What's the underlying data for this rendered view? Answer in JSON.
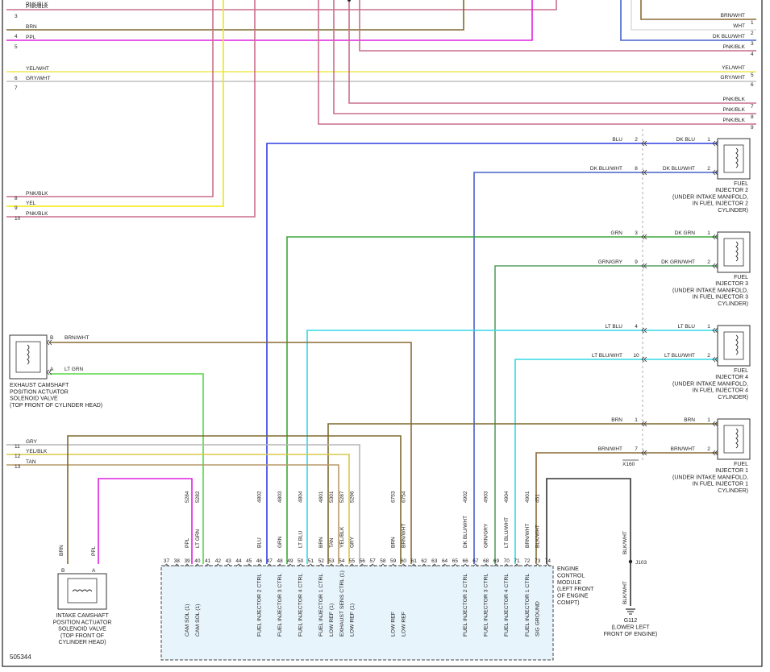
{
  "colors": {
    "PNK/BLK": "#c96f8a",
    "BRN": "#7d6a2e",
    "PPL": "#e020e0",
    "YEL": "#f2ea00",
    "GRY": "#b5b5b5",
    "BLU": "#2f3fe0",
    "DK BLU": "#2f3fe0",
    "DK BLU/WHT": "#4660c8",
    "GRN": "#3aa838",
    "DK GRN": "#3aa838",
    "GRN/GRY": "#57a067",
    "LT BLU": "#33d8e8",
    "LT BLU/WHT": "#33d8e8",
    "BRN/WHT": "#8a6a35",
    "LT GRN": "#58d64a",
    "TAN": "#b89a6a",
    "YEL/BLK": "#d8c84a",
    "YEL/WHT": "#f0e850",
    "GRY/WHT": "#c0c0c0",
    "BLK/WHT": "#333333",
    "WHT": "#dddddd",
    "module_fill": "#e8f4fb",
    "frame": "#222222"
  },
  "left_connector_top": [
    {
      "pin": "3",
      "wire": "PNK/BLK"
    },
    {
      "pin": "4",
      "wire": "BRN"
    },
    {
      "pin": "5",
      "wire": "PPL"
    },
    {
      "pin": "6",
      "wire": "YEL/WHT"
    },
    {
      "pin": "7",
      "wire": "GRY/WHT"
    }
  ],
  "left_connector_mid": [
    {
      "pin": "8",
      "wire": "PNK/BLK"
    },
    {
      "pin": "9",
      "wire": "YEL"
    },
    {
      "pin": "10",
      "wire": "PNK/BLK"
    }
  ],
  "left_connector_low": [
    {
      "pin": "11",
      "wire": "GRY"
    },
    {
      "pin": "12",
      "wire": "YEL/BLK"
    },
    {
      "pin": "13",
      "wire": "TAN"
    }
  ],
  "right_connector_top": [
    {
      "pin": "1",
      "wire": "BRN/WHT"
    },
    {
      "pin": "2",
      "wire": "WHT"
    },
    {
      "pin": "3",
      "wire": "DK BLU/WHT"
    },
    {
      "pin": "4",
      "wire": "PNK/BLK"
    },
    {
      "pin": "5",
      "wire": "YEL/WHT"
    },
    {
      "pin": "6",
      "wire": "GRY/WHT"
    },
    {
      "pin": "7",
      "wire": "PNK/BLK"
    },
    {
      "pin": "8",
      "wire": "PNK/BLK"
    },
    {
      "pin": "9",
      "wire": "PNK/BLK"
    }
  ],
  "x160_label": "X160",
  "injectors": [
    {
      "x160_pin": "2",
      "wire_in": "BLU",
      "wire_out": "DK BLU",
      "inj_pin": "1",
      "x160_pin_b": "8",
      "wire_in_b": "DK BLU/WHT",
      "wire_out_b": "DK BLU/WHT",
      "inj_pin_b": "2",
      "label": [
        "FUEL",
        "INJECTOR 2",
        "(UNDER INTAKE MANIFOLD,",
        "IN FUEL INJECTOR 2",
        "CYLINDER)"
      ]
    },
    {
      "x160_pin": "3",
      "wire_in": "GRN",
      "wire_out": "DK GRN",
      "inj_pin": "1",
      "x160_pin_b": "9",
      "wire_in_b": "GRN/GRY",
      "wire_out_b": "DK GRN/WHT",
      "inj_pin_b": "2",
      "label": [
        "FUEL",
        "INJECTOR 3",
        "(UNDER INTAKE MANIFOLD,",
        "IN FUEL INJECTOR 3",
        "CYLINDER)"
      ]
    },
    {
      "x160_pin": "4",
      "wire_in": "LT BLU",
      "wire_out": "LT BLU",
      "inj_pin": "1",
      "x160_pin_b": "10",
      "wire_in_b": "LT BLU/WHT",
      "wire_out_b": "LT BLU/WHT",
      "inj_pin_b": "2",
      "label": [
        "FUEL",
        "INJECTOR 4",
        "(UNDER INTAKE MANIFOLD,",
        "IN FUEL INJECTOR 4",
        "CYLINDER)"
      ]
    },
    {
      "x160_pin": "1",
      "wire_in": "BRN",
      "wire_out": "BRN",
      "inj_pin": "1",
      "x160_pin_b": "7",
      "wire_in_b": "BRN/WHT",
      "wire_out_b": "BRN/WHT",
      "inj_pin_b": "2",
      "label": [
        "FUEL",
        "INJECTOR 1",
        "(UNDER INTAKE MANIFOLD,",
        "IN FUEL INJECTOR 1",
        "CYLINDER)"
      ]
    }
  ],
  "exhaust_cam": {
    "pin_b": "B",
    "wire_b": "BRN/WHT",
    "pin_a": "A",
    "wire_a": "LT GRN",
    "label": [
      "EXHAUST CAMSHAFT",
      "POSITION ACTUATOR",
      "SOLENOID VALVE",
      "(TOP FRONT OF CYLINDER HEAD)"
    ]
  },
  "intake_cam": {
    "pin_b": "B",
    "wire_b": "BRN",
    "pin_a": "A",
    "wire_a": "PPL",
    "label": [
      "INTAKE CAMSHAFT",
      "POSITION ACTUATOR",
      "SOLENOID VALVE",
      "(TOP FRONT OF",
      "CYLINDER HEAD)"
    ]
  },
  "ecm_pins": [
    "37",
    "38",
    "39",
    "40",
    "41",
    "42",
    "43",
    "44",
    "45",
    "46",
    "47",
    "48",
    "49",
    "50",
    "51",
    "52",
    "53",
    "54",
    "55",
    "56",
    "57",
    "58",
    "59",
    "60",
    "61",
    "62",
    "63",
    "64",
    "65",
    "66",
    "67",
    "68",
    "69",
    "70",
    "71",
    "72",
    "73",
    "74"
  ],
  "ecm_wires": [
    {
      "pin": "39",
      "wire": "PPL",
      "circuit": "5284",
      "func": "CAM SOL (1)"
    },
    {
      "pin": "40",
      "wire": "LT GRN",
      "circuit": "5282",
      "func": "CAM SOL (1)"
    },
    {
      "pin": "46",
      "wire": "BLU",
      "circuit": "4802",
      "func": "FUEL INJECTOR 2 CTRL"
    },
    {
      "pin": "48",
      "wire": "GRN",
      "circuit": "4803",
      "func": "FUEL INJECTOR 3 CTRL"
    },
    {
      "pin": "50",
      "wire": "LT BLU",
      "circuit": "4804",
      "func": "FUEL INJECTOR 4 CTRL"
    },
    {
      "pin": "52",
      "wire": "BRN",
      "circuit": "4801",
      "func": "FUEL INJECTOR 1 CTRL"
    },
    {
      "pin": "53",
      "wire": "TAN",
      "circuit": "5301",
      "func": "LOW REF (1)"
    },
    {
      "pin": "54",
      "wire": "YEL/BLK",
      "circuit": "5287",
      "func": "EXHAUST SENS CTRL (1)"
    },
    {
      "pin": "55",
      "wire": "GRY",
      "circuit": "5296",
      "func": "LOW REF (1)"
    },
    {
      "pin": "59",
      "wire": "BRN",
      "circuit": "6753",
      "func": "LOW REF"
    },
    {
      "pin": "60",
      "wire": "BRN/WHT",
      "circuit": "6754",
      "func": "LOW REF"
    },
    {
      "pin": "66",
      "wire": "DK BLU/WHT",
      "circuit": "4902",
      "func": "FUEL INJECTOR 2 CTRL"
    },
    {
      "pin": "68",
      "wire": "GRN/GRY",
      "circuit": "4903",
      "func": "FUEL INJECTOR 3 CTRL"
    },
    {
      "pin": "70",
      "wire": "LT BLU/WHT",
      "circuit": "4904",
      "func": "FUEL INJECTOR 4 CTRL"
    },
    {
      "pin": "72",
      "wire": "BRN/WHT",
      "circuit": "4901",
      "func": "FUEL INJECTOR 1 CTRL"
    },
    {
      "pin": "73",
      "wire": "BLK/WHT",
      "circuit": "451",
      "func": "SIG GROUND"
    }
  ],
  "ecm_label": [
    "ENGINE",
    "CONTROL",
    "MODULE",
    "(LEFT FRONT",
    "OF ENGINE",
    "COMPT)"
  ],
  "ground": {
    "wire": "BLK/WHT",
    "splice": "J103",
    "label": [
      "G112",
      "(LOWER LEFT",
      "FRONT OF ENGINE)"
    ]
  },
  "diagram_id": "505344"
}
